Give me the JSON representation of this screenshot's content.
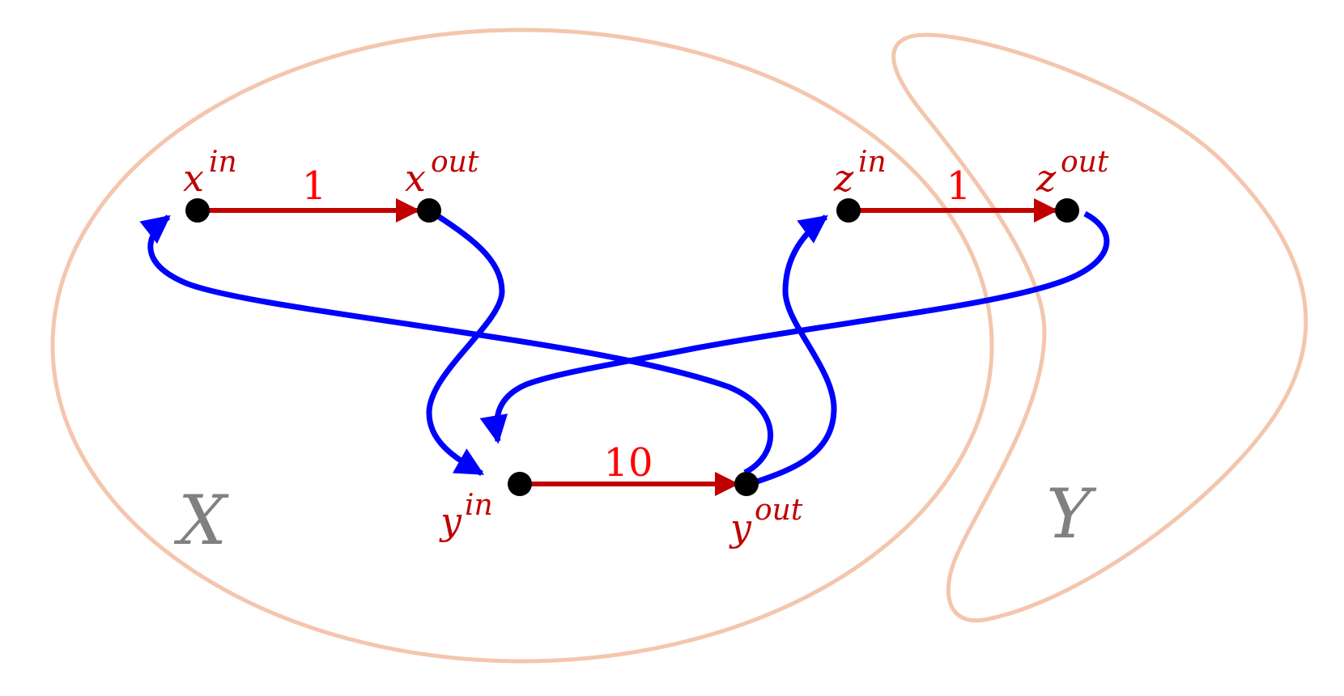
{
  "diagram": {
    "colors": {
      "region": "#f3c6ad",
      "cut_edge": "#c00000",
      "cut_label": "#ff0000",
      "flow_edge": "#0000ff",
      "node": "#000000",
      "node_label": "#c00000",
      "set_label": "#808080"
    },
    "sets": {
      "X": {
        "label": "X"
      },
      "Y": {
        "label": "Y"
      }
    },
    "nodes": {
      "x_in": {
        "base": "x",
        "sup": "in"
      },
      "x_out": {
        "base": "x",
        "sup": "out"
      },
      "y_in": {
        "base": "y",
        "sup": "in"
      },
      "y_out": {
        "base": "y",
        "sup": "out"
      },
      "z_in": {
        "base": "z",
        "sup": "in"
      },
      "z_out": {
        "base": "z",
        "sup": "out"
      }
    },
    "weights": {
      "x_edge": "1",
      "y_edge": "10",
      "z_edge": "1"
    },
    "edges": [
      {
        "from": "x_in",
        "to": "x_out",
        "kind": "internal",
        "weight": "1"
      },
      {
        "from": "y_in",
        "to": "y_out",
        "kind": "internal",
        "weight": "10"
      },
      {
        "from": "z_in",
        "to": "z_out",
        "kind": "internal",
        "weight": "1"
      },
      {
        "from": "x_out",
        "to": "y_in",
        "kind": "flow"
      },
      {
        "from": "y_out",
        "to": "x_in",
        "kind": "flow"
      },
      {
        "from": "y_out",
        "to": "z_in",
        "kind": "flow"
      },
      {
        "from": "z_out",
        "to": "y_in",
        "kind": "flow"
      }
    ]
  }
}
